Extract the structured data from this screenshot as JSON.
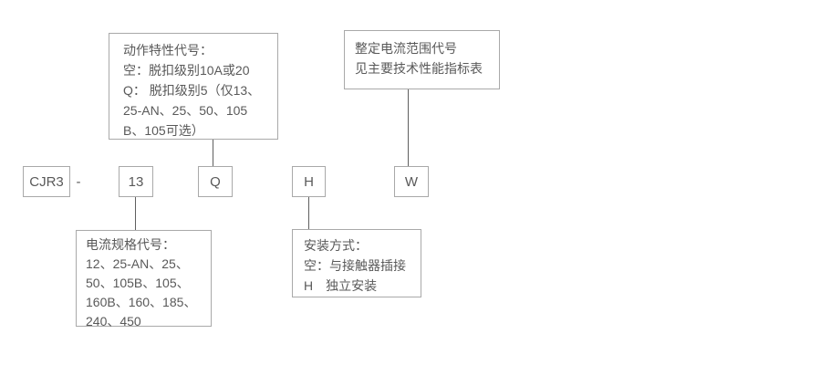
{
  "model_row": {
    "prefix": "CJR3",
    "separator": "-",
    "codes": [
      "13",
      "Q",
      "H",
      "W"
    ]
  },
  "callouts": {
    "action_characteristic": {
      "lines": [
        "动作特性代号：",
        "空：脱扣级别10A或20",
        "Q： 脱扣级别5（仅13、",
        "25-AN、25、50、105",
        "B、105可选）"
      ]
    },
    "setting_current_range": {
      "lines": [
        "整定电流范围代号",
        "见主要技术性能指标表"
      ]
    },
    "current_spec": {
      "lines": [
        "电流规格代号：",
        "12、25-AN、25、",
        "50、105B、105、",
        "160B、160、185、",
        "240、450"
      ]
    },
    "mounting": {
      "lines": [
        "安装方式：",
        "空：与接触器插接",
        "H　独立安装"
      ]
    }
  },
  "colors": {
    "background": "#ffffff",
    "box_border": "#a9a9a9",
    "connector_line": "#5f5f5f",
    "text": "#595959"
  }
}
